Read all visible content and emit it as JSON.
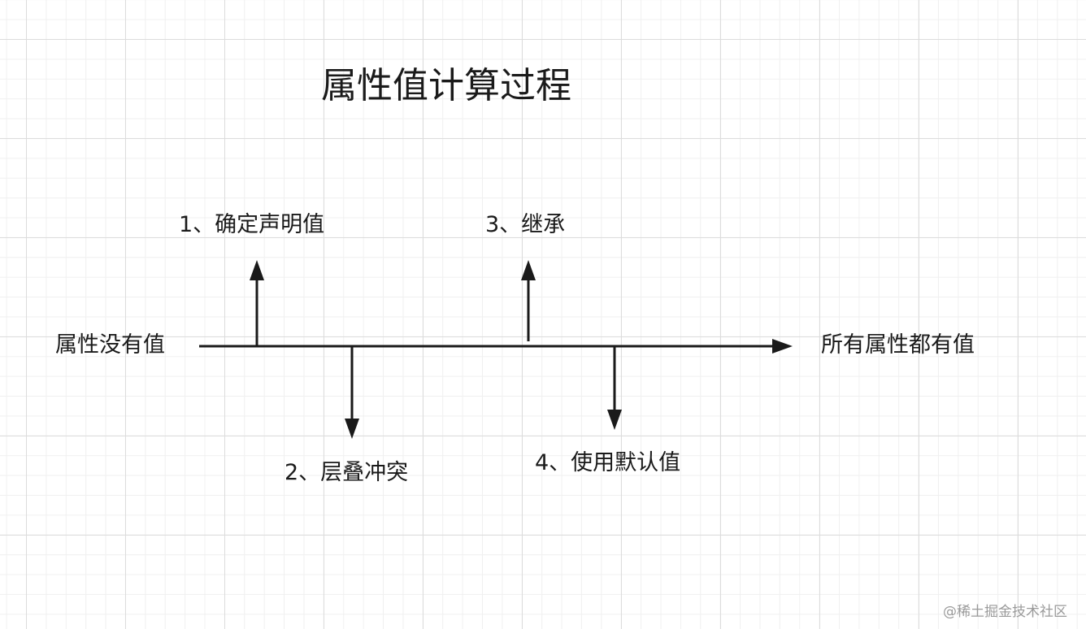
{
  "title": "属性值计算过程",
  "start_label": "属性没有值",
  "end_label": "所有属性都有值",
  "steps": [
    {
      "label": "1、确定声明值",
      "direction": "up"
    },
    {
      "label": "2、层叠冲突",
      "direction": "down"
    },
    {
      "label": "3、继承",
      "direction": "up"
    },
    {
      "label": "4、使用默认值",
      "direction": "down"
    }
  ],
  "watermark": "@稀土掘金技术社区",
  "colors": {
    "line": "#1a1a1a",
    "text": "#1a1a1a",
    "watermark": "#9a9a9a",
    "grid_major": "#dcdcdc",
    "grid_minor": "#f0f0f0"
  }
}
